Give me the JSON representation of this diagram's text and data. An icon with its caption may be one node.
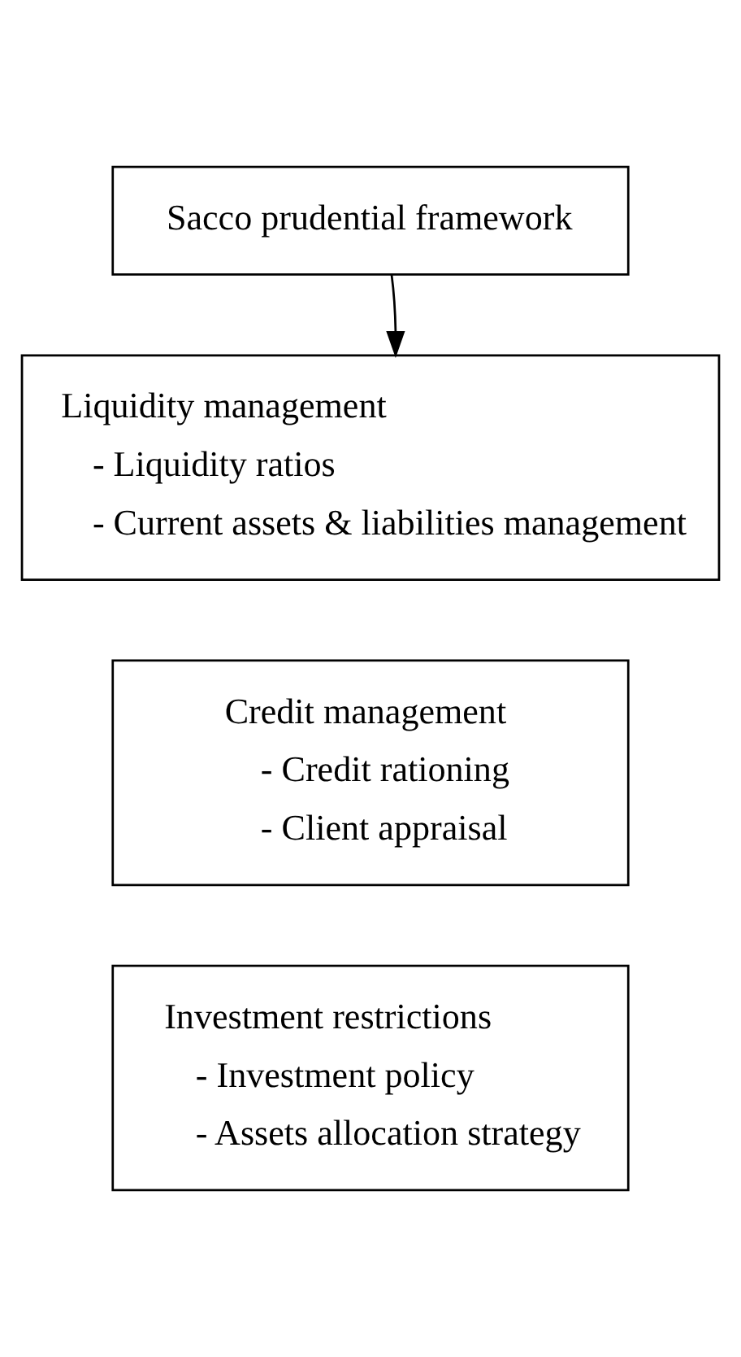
{
  "diagram": {
    "nodes": [
      {
        "text": [
          "Sacco prudential framework"
        ]
      },
      {
        "text": [
          "Liquidity management",
          "- Liquidity ratios",
          "- Current assets & liabilities management"
        ]
      },
      {
        "text": [
          "Credit management",
          "- Credit rationing",
          "- Client appraisal"
        ]
      },
      {
        "text": [
          "Investment restrictions",
          "- Investment policy",
          "- Assets allocation strategy"
        ]
      }
    ],
    "edges": [
      {
        "from": 0,
        "to": 1,
        "arrow": "to"
      }
    ]
  }
}
